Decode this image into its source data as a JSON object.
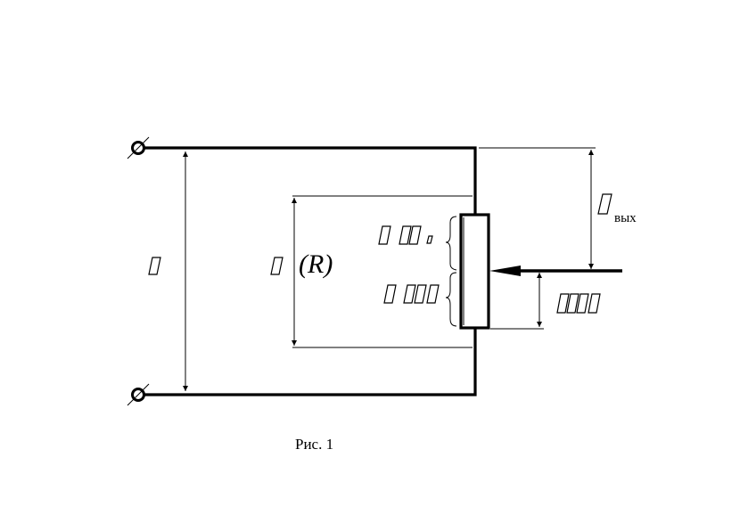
{
  "figure": {
    "caption": "Рис. 1",
    "labels": {
      "input_voltage": "",
      "divider_ratio_symbol": "",
      "divider_ratio_arg": "(R)",
      "output_voltage": "",
      "output_subscript": "вых",
      "upper_part": "",
      "lower_part": "",
      "slider_position": ""
    }
  },
  "colors": {
    "ink": "#000000",
    "background": "#ffffff"
  }
}
